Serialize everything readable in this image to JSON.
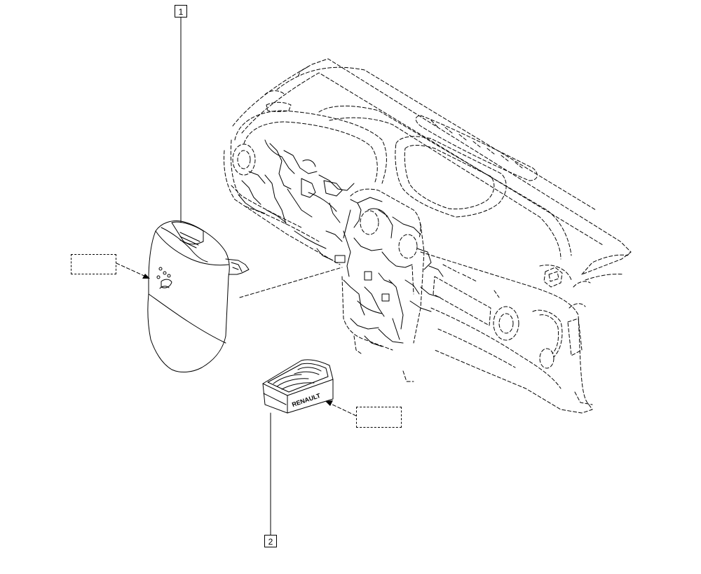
{
  "diagram": {
    "type": "exploded parts diagram",
    "callouts": [
      {
        "id": "callout-1",
        "label": "1"
      },
      {
        "id": "callout-2",
        "label": "2"
      }
    ],
    "reference_boxes": [
      {
        "id": "ref-box-left",
        "label": ""
      },
      {
        "id": "ref-box-right",
        "label": ""
      }
    ],
    "badge_text": "RENAULT",
    "line_color": "#000000",
    "background_color": "#ffffff"
  }
}
